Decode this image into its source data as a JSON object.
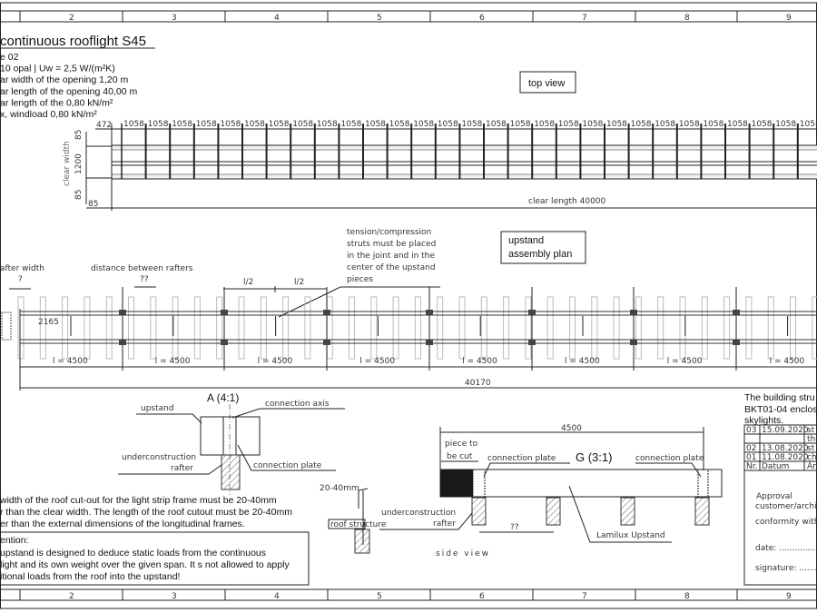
{
  "columns": [
    "2",
    "3",
    "4",
    "5",
    "6",
    "7",
    "8",
    "9"
  ],
  "header": {
    "title": "continuous rooflight S45",
    "lines": [
      "e 02",
      "10 opal | Uw = 2,5 W/(m²K)",
      "ar width of the opening 1,20 m",
      "ar length of the opening 40,00 m",
      "ar length of the 0,80 kN/m²",
      "x, windload 0,80 kN/m²"
    ]
  },
  "top_view": {
    "label": "top view",
    "first_dim": "472",
    "segment_dim": "1058",
    "side_dims": [
      "85",
      "1200",
      "85"
    ],
    "left_dim": "85",
    "clear_width_label": "clear width",
    "clear_length": "clear length 40000"
  },
  "assembly": {
    "label_line1": "upstand",
    "label_line2": "assembly plan",
    "rafter_width": "after width",
    "rafter_width_q": "?",
    "distance_label": "distance between rafters",
    "distance_q": "??",
    "half_l": "l/2",
    "note": [
      "tension/compression",
      "struts must be placed",
      "in the joint and in the",
      "center of the upstand",
      "pieces"
    ],
    "offset_dim": "2165",
    "span_labels": [
      "l = 4500",
      "l = 4500",
      "l = 4500",
      "l = 4500",
      "l = 4500",
      "l = 4500",
      "l = 4500",
      "l = 4500"
    ],
    "total": "40170"
  },
  "detail_a": {
    "title": "A (4:1)",
    "upstand": "upstand",
    "connection_axis": "connection axis",
    "underconstruction": "underconstruction",
    "rafter": "rafter",
    "connection_plate": "connection plate"
  },
  "cutout": {
    "dim": "20-40mm",
    "roof_structure": "roof structure",
    "text": [
      "width of the roof cut-out for the light strip frame must be 20-40mm",
      "r than the clear width. The length of the roof cutout must be 20-40mm",
      "er than the external dimensions of the longitudinal frames."
    ]
  },
  "attention": {
    "title": "ention:",
    "lines": [
      "upstand is designed to deduce static loads from the continuous",
      "light and its own weight over the given span. It s not allowed to apply",
      "itional loads  from the roof into the upstand!"
    ]
  },
  "side_view": {
    "dim": "4500",
    "piece1": "piece to",
    "piece2": "be cut",
    "plate_left": "connection plate",
    "plate_right": "connection plate",
    "title": "G (3:1)",
    "underconstruction": "underconstruction",
    "rafter": "rafter",
    "spacing": "??",
    "upstand": "Lamilux Upstand",
    "label": "side  view"
  },
  "title_block": {
    "note": [
      "The building stru",
      "BKT01-04 enclos",
      "skylights."
    ],
    "revisions": [
      {
        "nr": "03",
        "date": "15.09.2020",
        "text": "st"
      },
      {
        "nr": "",
        "date": "",
        "text": "the"
      },
      {
        "nr": "02",
        "date": "13.08.2020",
        "text": "st"
      },
      {
        "nr": "01",
        "date": "11.08.2020",
        "text": "cha"
      },
      {
        "nr": "Nr.",
        "date": "Datum",
        "text": "Än"
      }
    ],
    "approval": "Approval",
    "customer": "customer/architect/",
    "conformity": "conformity with plan",
    "date": "date: ...................",
    "signature": "signature: ............"
  }
}
